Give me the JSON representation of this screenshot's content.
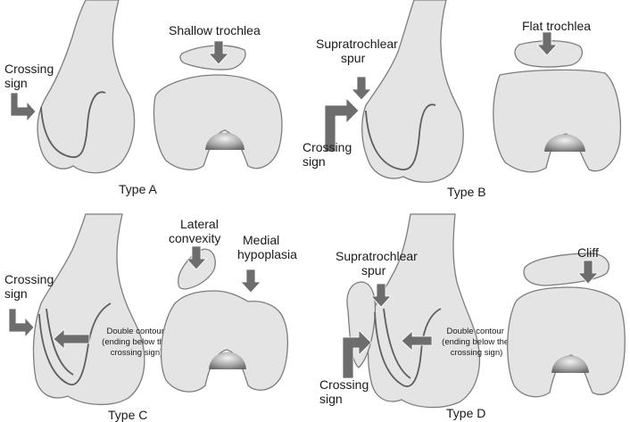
{
  "colors": {
    "bone_fill": "#e4e4e4",
    "bone_stroke": "#7d7d7d",
    "arrow": "#6d6d6d",
    "text": "#1a1a1a"
  },
  "panels": {
    "a": {
      "type": "Type A",
      "crossing": [
        "Crossing",
        "sign"
      ],
      "trochlea": "Shallow trochlea"
    },
    "b": {
      "type": "Type B",
      "spur": [
        "Supratrochlear",
        "spur"
      ],
      "crossing": [
        "Crossing",
        "sign"
      ],
      "trochlea": "Flat trochlea"
    },
    "c": {
      "type": "Type C",
      "crossing": [
        "Crossing",
        "sign"
      ],
      "lateral": [
        "Lateral",
        "convexity"
      ],
      "medial": [
        "Medial",
        "hypoplasia"
      ],
      "double": [
        "Double contour",
        "(ending below the",
        "crossing sign)"
      ]
    },
    "d": {
      "type": "Type D",
      "spur": [
        "Supratrochlear",
        "spur"
      ],
      "crossing": [
        "Crossing",
        "sign"
      ],
      "cliff": "Cliff",
      "double": [
        "Double contour",
        "(ending below the",
        "crossing sign)"
      ]
    }
  }
}
